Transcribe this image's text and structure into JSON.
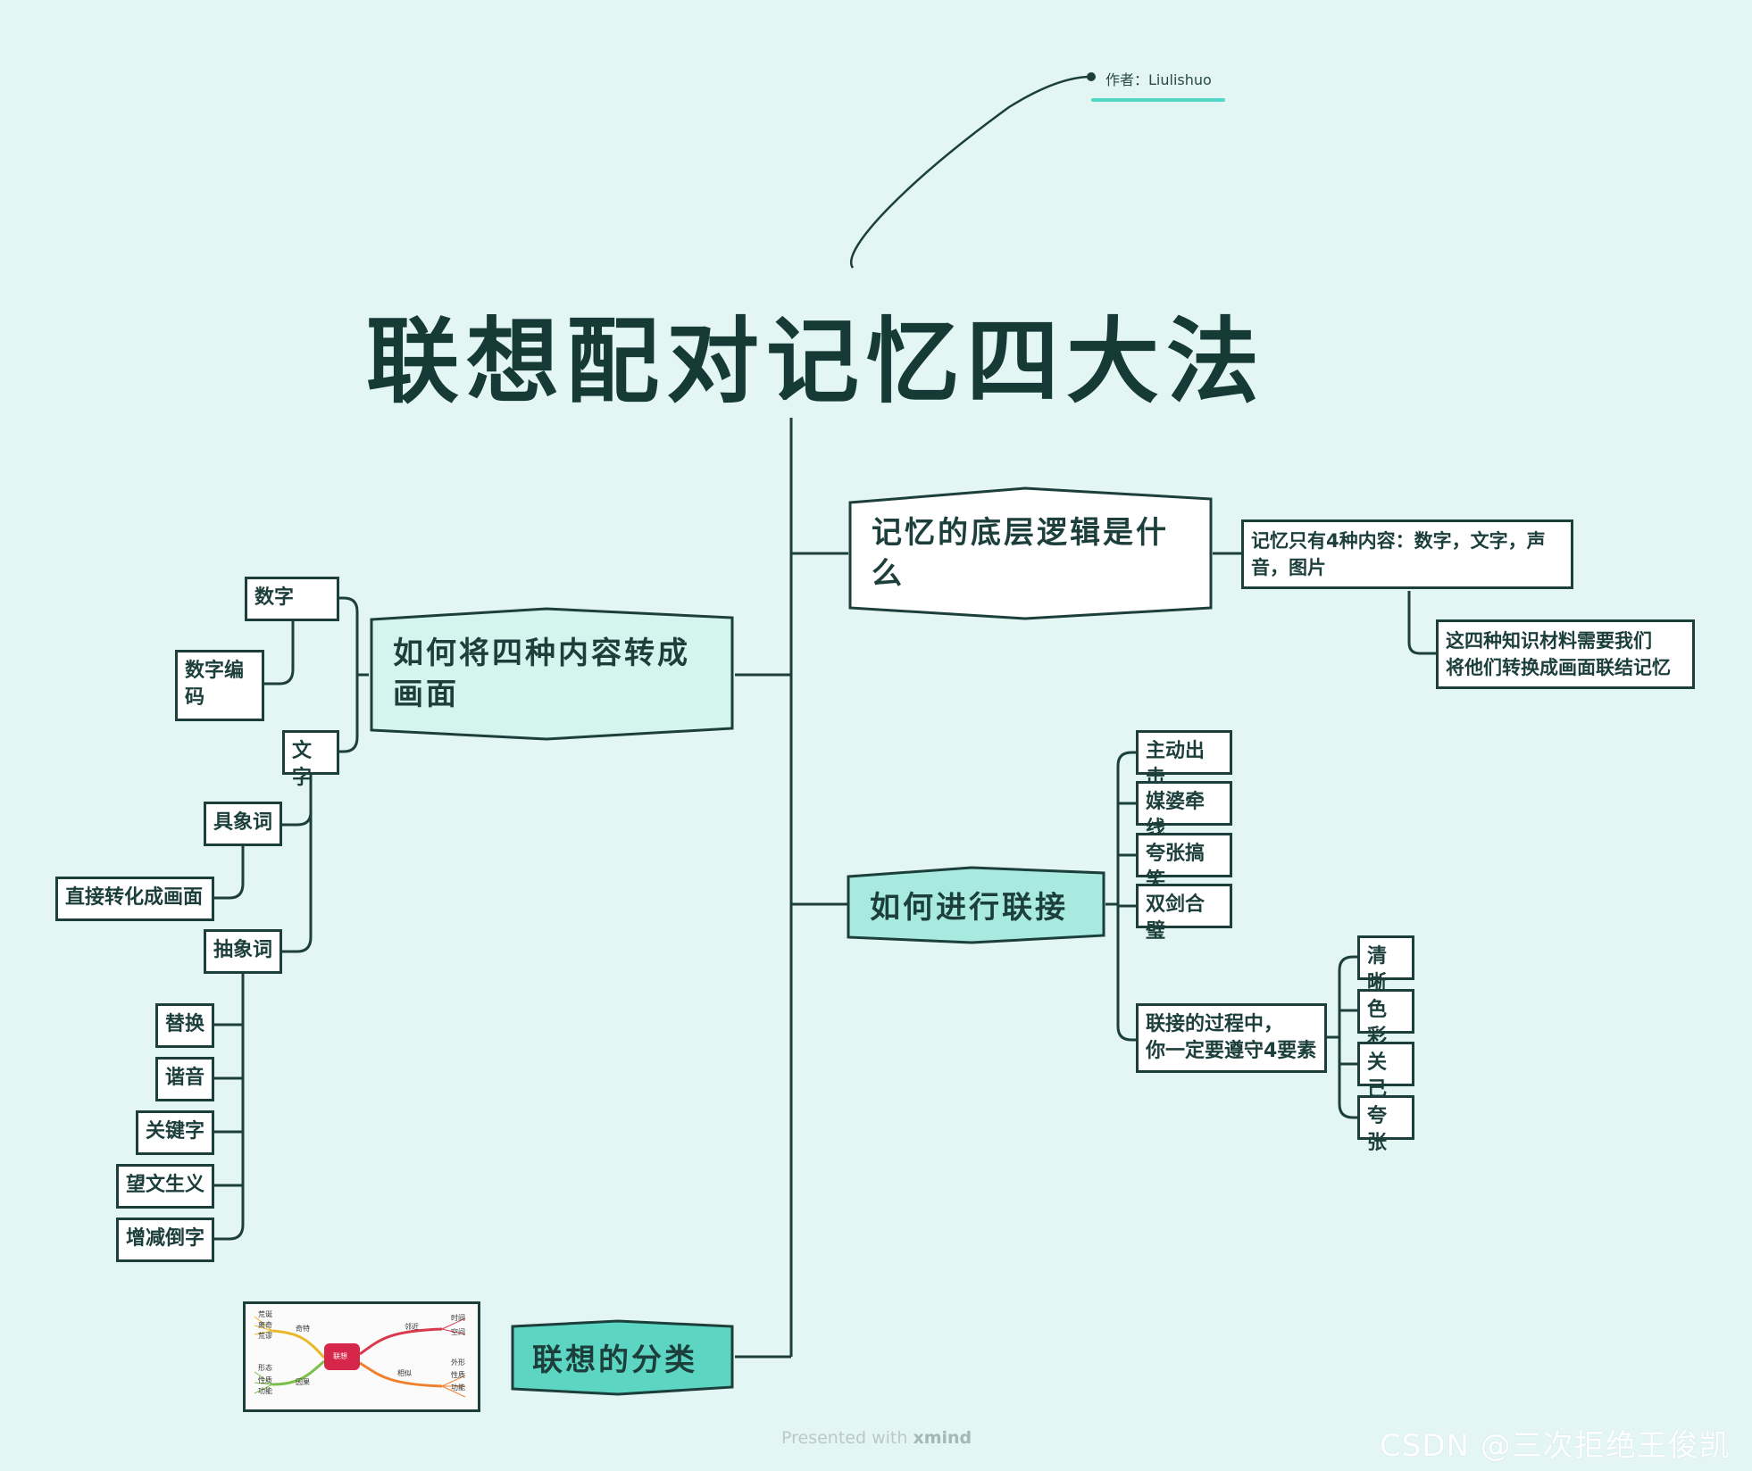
{
  "author": "作者：Liulishuo",
  "title": "联想配对记忆四大法",
  "branches": {
    "b1": {
      "label": "记忆的底层逻辑是什么",
      "line1": "记忆的底层逻辑是什",
      "line2": "么",
      "c1_line1": "记忆只有4种内容：数字，文字，声",
      "c1_line2": "音，图片",
      "c2_line1": "这四种知识材料需要我们",
      "c2_line2": "将他们转换成画面联结记忆"
    },
    "b2": {
      "line1": "如何将四种内容转成",
      "line2": "画面",
      "shuzi": "数字",
      "shuzi_bm1": "数字编",
      "shuzi_bm2": "码",
      "wenzi": "文字",
      "juxiang": "具象词",
      "zhijie": "直接转化成画面",
      "chouxiang": "抽象词",
      "tihuan": "替换",
      "xieyin": "谐音",
      "guanjian": "关键字",
      "wangwen": "望文生义",
      "zengjian": "增减倒字"
    },
    "b3": {
      "label": "如何进行联接",
      "items": [
        "主动出击",
        "媒婆牵线",
        "夸张搞笑",
        "双剑合璧"
      ],
      "rule_line1": "联接的过程中，",
      "rule_line2": "你一定要遵守4要素",
      "rules": [
        "清晰",
        "色彩",
        "关己",
        "夸张"
      ]
    },
    "b4": {
      "label": "联想的分类",
      "thumb": {
        "center": "联想",
        "a": "奇特",
        "b": "邻近",
        "c": "因果",
        "d": "相似",
        "l1": "荒诞",
        "l2": "离奇",
        "l3": "荒谬",
        "l4": "形态",
        "l5": "性质",
        "l6": "功能",
        "r1": "时间",
        "r2": "空间",
        "r3": "外形",
        "r4": "性质",
        "r5": "功能"
      }
    }
  },
  "footer": {
    "presented": "Presented with ",
    "brand": "xmind",
    "watermark": "CSDN @三次拒绝王俊凯"
  },
  "colors": {
    "background": "#e3f6f4",
    "line": "#1c3f3b",
    "teal_light": "#d4f4ee",
    "teal_mid": "#a8eadf",
    "teal_strong": "#5dd5c3",
    "accent": "#4fd8c6"
  }
}
